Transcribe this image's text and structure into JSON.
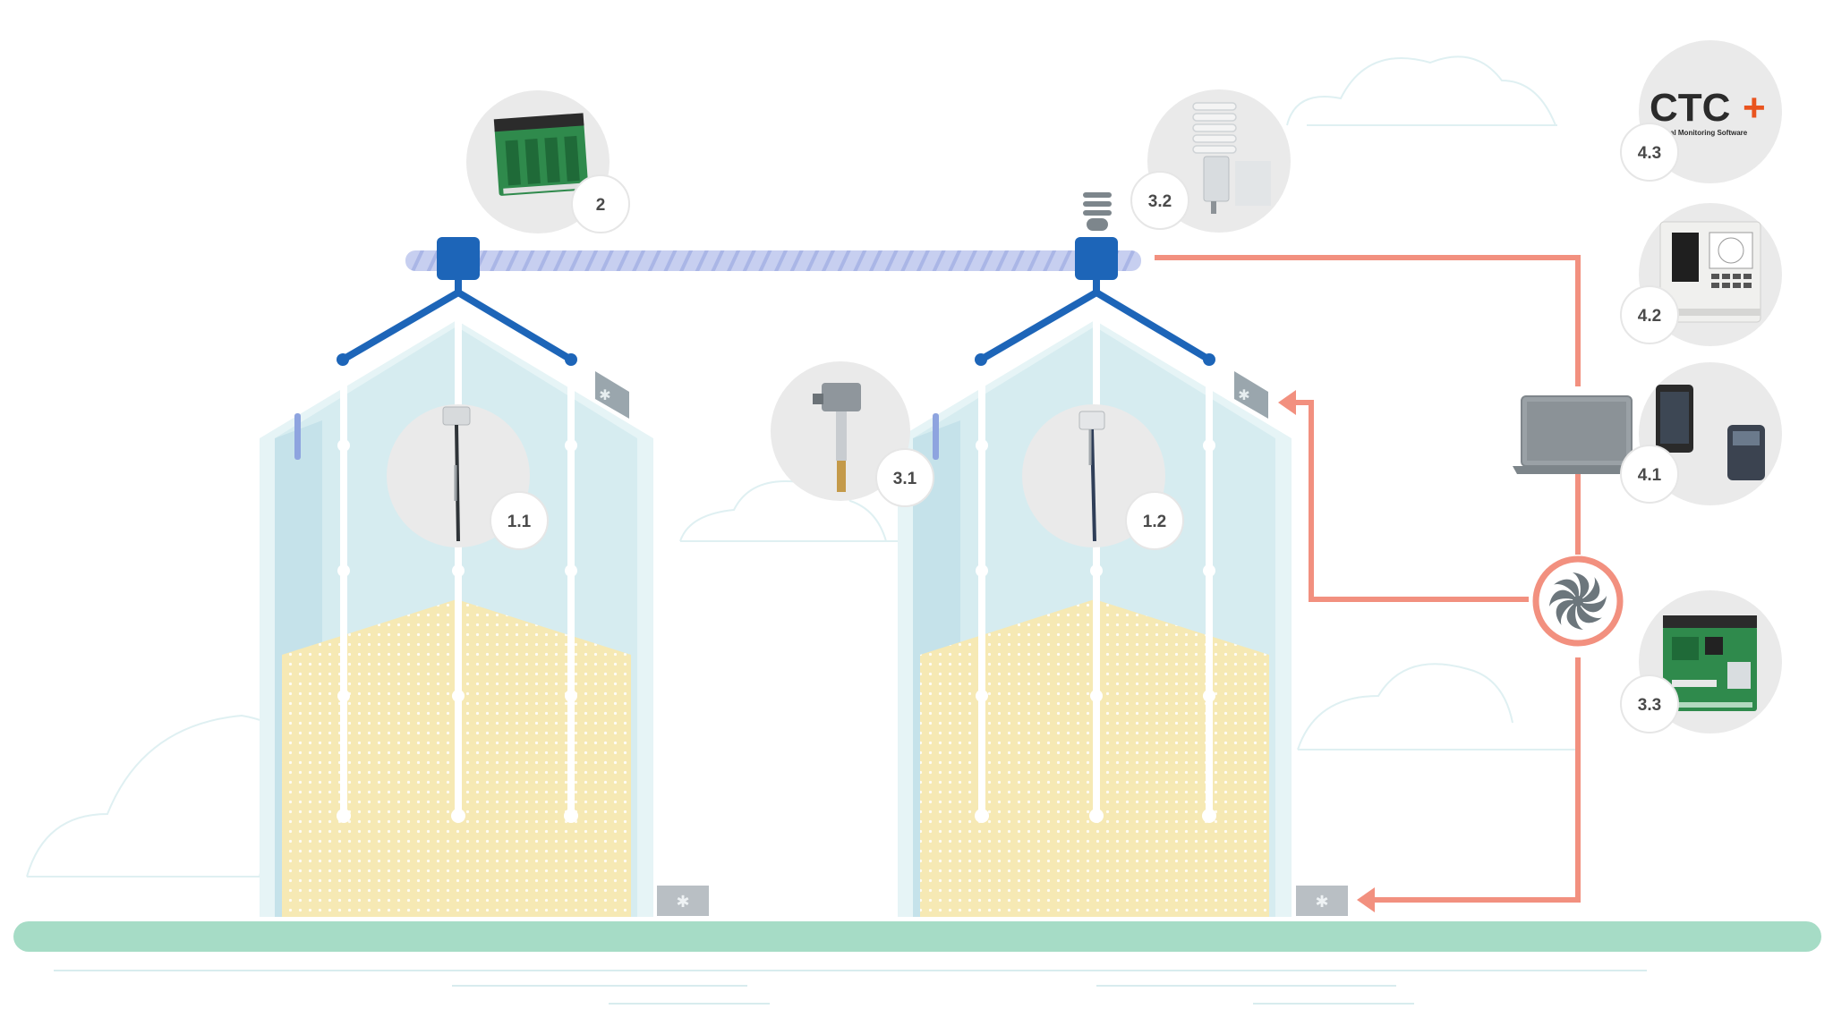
{
  "labels": {
    "sensor_1_1": "1.1",
    "sensor_1_2": "1.2",
    "controller_2": "2",
    "sensor_3_1": "3.1",
    "sensor_3_2": "3.2",
    "controller_3_3": "3.3",
    "device_4_1": "4.1",
    "device_4_2": "4.2",
    "software_4_3": "4.3"
  },
  "brand": {
    "name": "CTC",
    "plus": "+",
    "tagline": "al Monitoring Software"
  },
  "colors": {
    "cable_blue": "#1d65b8",
    "signal_salmon": "#f2907f",
    "grain_yellow": "#f6e9b4",
    "ground_green": "#a6dcc6",
    "silo_glass": "#d6ecf0"
  }
}
